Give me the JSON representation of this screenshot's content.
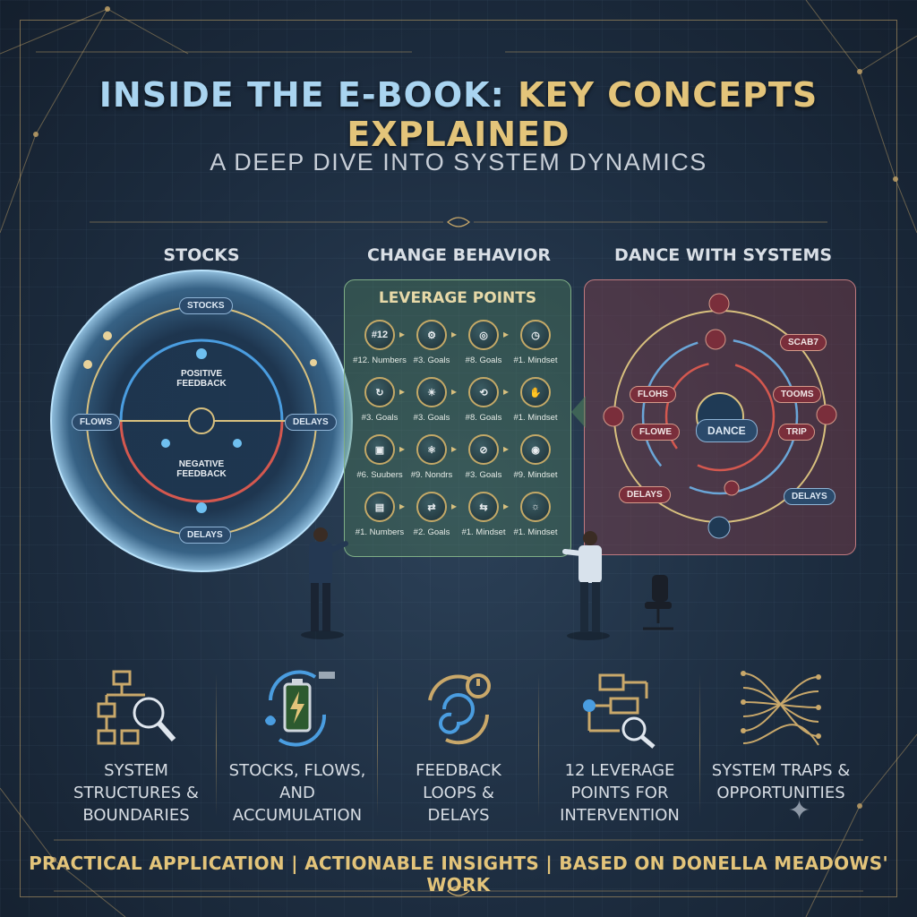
{
  "header": {
    "title_part1": "INSIDE THE E-BOOK:",
    "title_part2": "KEY CONCEPTS EXPLAINED",
    "subtitle": "A DEEP DIVE INTO SYSTEM DYNAMICS"
  },
  "panels": {
    "stocks": {
      "label": "STOCKS",
      "nodes": {
        "top": "STOCKS",
        "left": "FLOWS",
        "right": "DELAYS",
        "bottom": "DELAYS",
        "positive": "POSITIVE\nFEEDBACK",
        "negative": "NEGATIVE\nFEEDBACK"
      }
    },
    "change": {
      "label": "CHANGE BEHAVIOR",
      "panel_title": "LEVERAGE POINTS",
      "grid": [
        [
          {
            "icon": "#12",
            "cap": "#12. Numbers"
          },
          {
            "icon": "⚙",
            "cap": "#3. Goals"
          },
          {
            "icon": "◎",
            "cap": "#8. Goals"
          },
          {
            "icon": "◷",
            "cap": "#1. Mindset"
          }
        ],
        [
          {
            "icon": "↻",
            "cap": "#3. Goals"
          },
          {
            "icon": "☀",
            "cap": "#3. Goals"
          },
          {
            "icon": "⟲",
            "cap": "#8. Goals"
          },
          {
            "icon": "✋",
            "cap": "#1. Mindset"
          }
        ],
        [
          {
            "icon": "▣",
            "cap": "#6. Suubers"
          },
          {
            "icon": "⚛",
            "cap": "#9. Nondrs"
          },
          {
            "icon": "⊘",
            "cap": "#3. Goals"
          },
          {
            "icon": "◉",
            "cap": "#9. Mindset"
          }
        ],
        [
          {
            "icon": "▤",
            "cap": "#1. Numbers"
          },
          {
            "icon": "⇄",
            "cap": "#2. Goals"
          },
          {
            "icon": "⇆",
            "cap": "#1. Mindset"
          },
          {
            "icon": "☼",
            "cap": "#1. Mindset"
          }
        ]
      ]
    },
    "dance": {
      "label": "DANCE WITH SYSTEMS",
      "center": "DANCE",
      "pills": {
        "p1": "FLOHS",
        "p2": "FLOWE",
        "p3": "SCAB7",
        "p4": "TOOMS",
        "p5": "TRIP",
        "p6": "DELAYS",
        "p7": "DELAYS"
      }
    }
  },
  "features": [
    {
      "icon": "hierarchy-magnifier-icon",
      "label": "SYSTEM\nSTRUCTURES &\nBOUNDARIES"
    },
    {
      "icon": "battery-cycle-icon",
      "label": "STOCKS, FLOWS,\nAND\nACCUMULATION"
    },
    {
      "icon": "feedback-loop-icon",
      "label": "FEEDBACK\nLOOPS &\nDELAYS"
    },
    {
      "icon": "flow-diagram-icon",
      "label": "12 LEVERAGE\nPOINTS FOR\nINTERVENTION"
    },
    {
      "icon": "tangled-lines-icon",
      "label": "SYSTEM TRAPS &\nOPPORTUNITIES"
    }
  ],
  "footer": "PRACTICAL APPLICATION | ACTIONABLE INSIGHTS | BASED ON DONELLA MEADOWS' WORK",
  "colors": {
    "gold": "#e3c47a",
    "blue": "#a9d4f0",
    "background": "#1d2d40",
    "green_panel": "#4e805c",
    "red_panel": "#7e3e4a"
  }
}
